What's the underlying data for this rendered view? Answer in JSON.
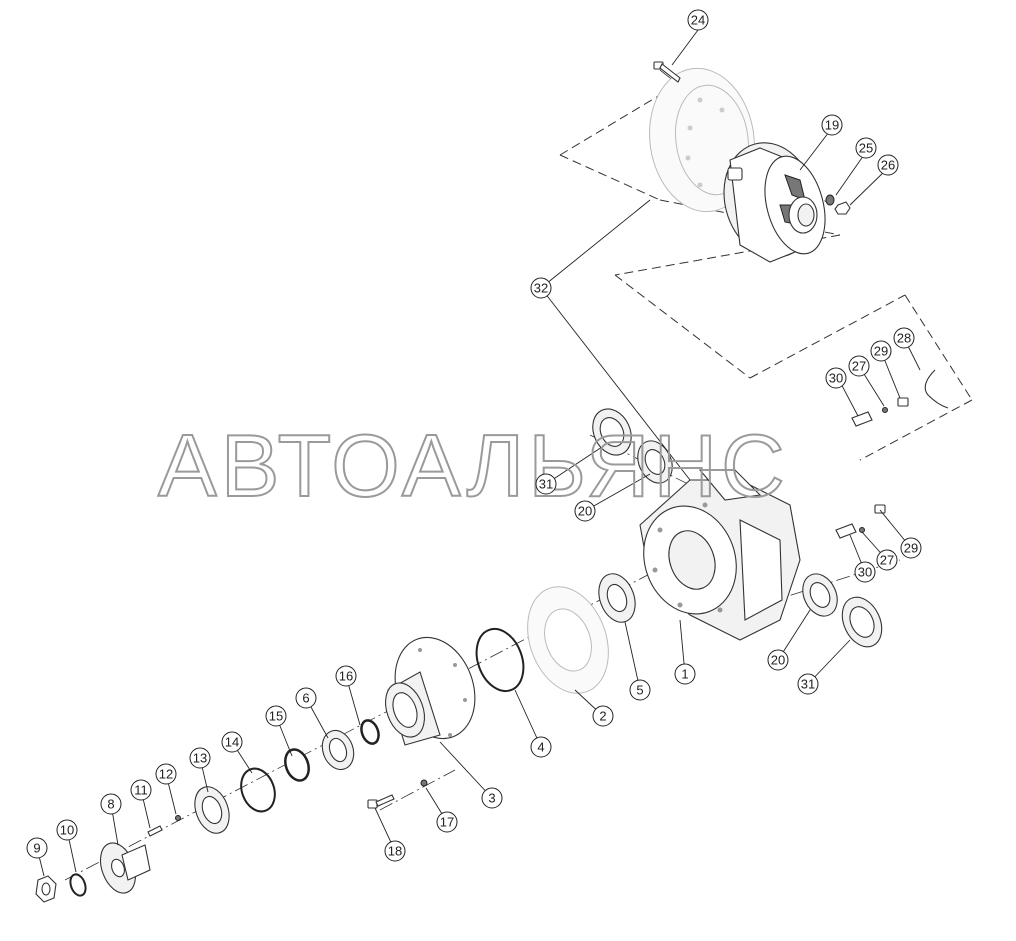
{
  "watermark": "АВТОАЛЬЯНС",
  "part_labels": [
    "1",
    "2",
    "3",
    "4",
    "5",
    "6",
    "8",
    "9",
    "10",
    "11",
    "12",
    "13",
    "14",
    "15",
    "16",
    "17",
    "18",
    "19",
    "20",
    "24",
    "25",
    "26",
    "27",
    "28",
    "29",
    "30",
    "31",
    "32"
  ]
}
